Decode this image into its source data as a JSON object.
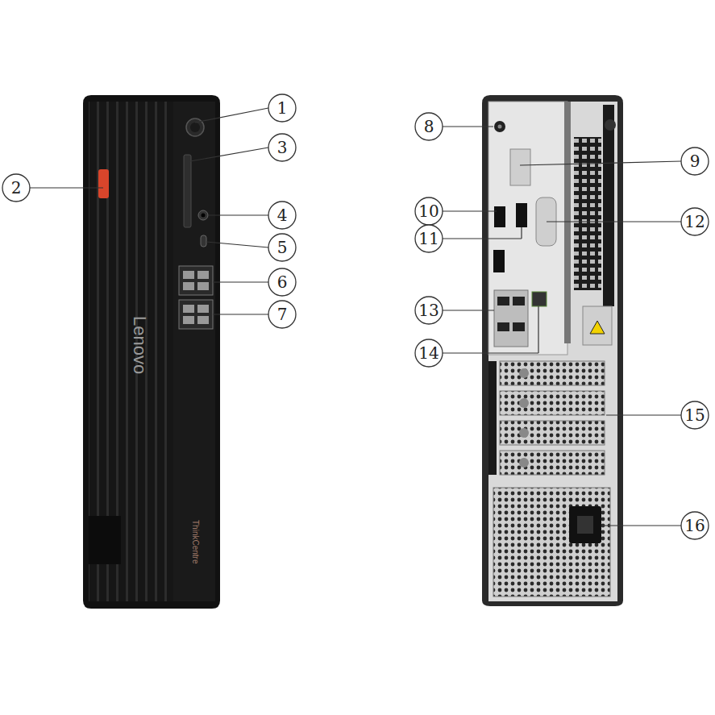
{
  "diagram": {
    "labels": [
      "1",
      "2",
      "3",
      "4",
      "5",
      "6",
      "7",
      "8",
      "9",
      "10",
      "11",
      "12",
      "13",
      "14",
      "15",
      "16",
      "Lenovo",
      "ThinkCentre"
    ]
  }
}
